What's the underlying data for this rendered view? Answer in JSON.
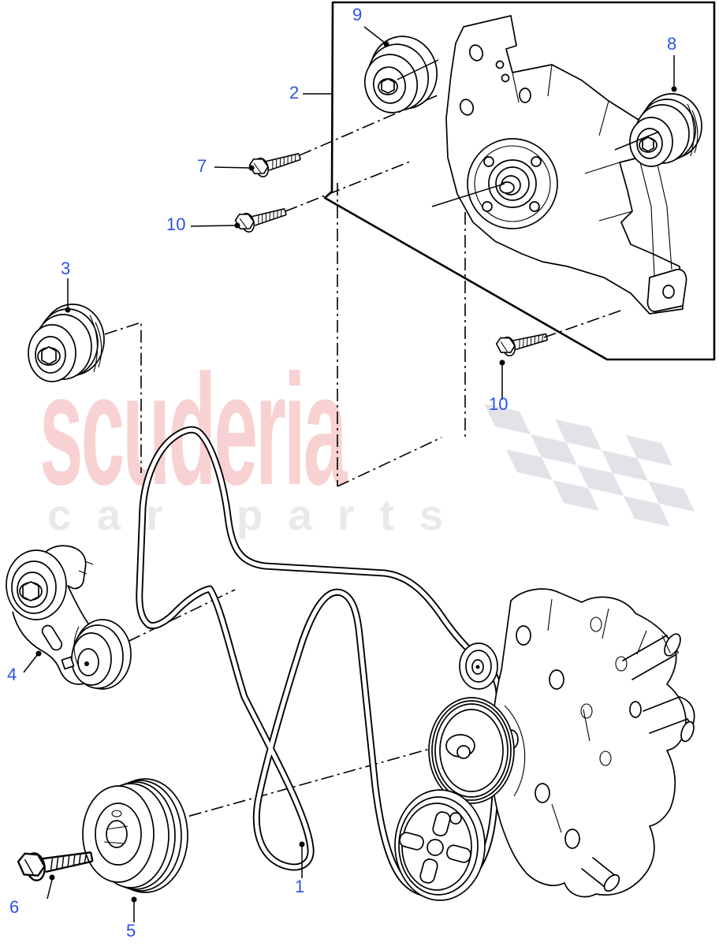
{
  "diagram": {
    "description": "Exploded parts diagram of engine front-end auxiliary drive: pulleys, serpentine drive belt, tensioner and water pump assembly",
    "callouts": [
      {
        "number": "9"
      },
      {
        "number": "2"
      },
      {
        "number": "8"
      },
      {
        "number": "7"
      },
      {
        "number": "10"
      },
      {
        "number": "3"
      },
      {
        "number": "10"
      },
      {
        "number": "4"
      },
      {
        "number": "1"
      },
      {
        "number": "6"
      },
      {
        "number": "5"
      }
    ]
  },
  "watermark": {
    "brand": "scuderia",
    "tagline": "car parts"
  },
  "colors": {
    "background": "#ffffff",
    "line": "#000000",
    "callout_blue": "#2b52e2",
    "brand_pink": "#f8d2d2",
    "tagline_gray": "#e9e9e9",
    "flag_gray": "#e2e3e8"
  }
}
